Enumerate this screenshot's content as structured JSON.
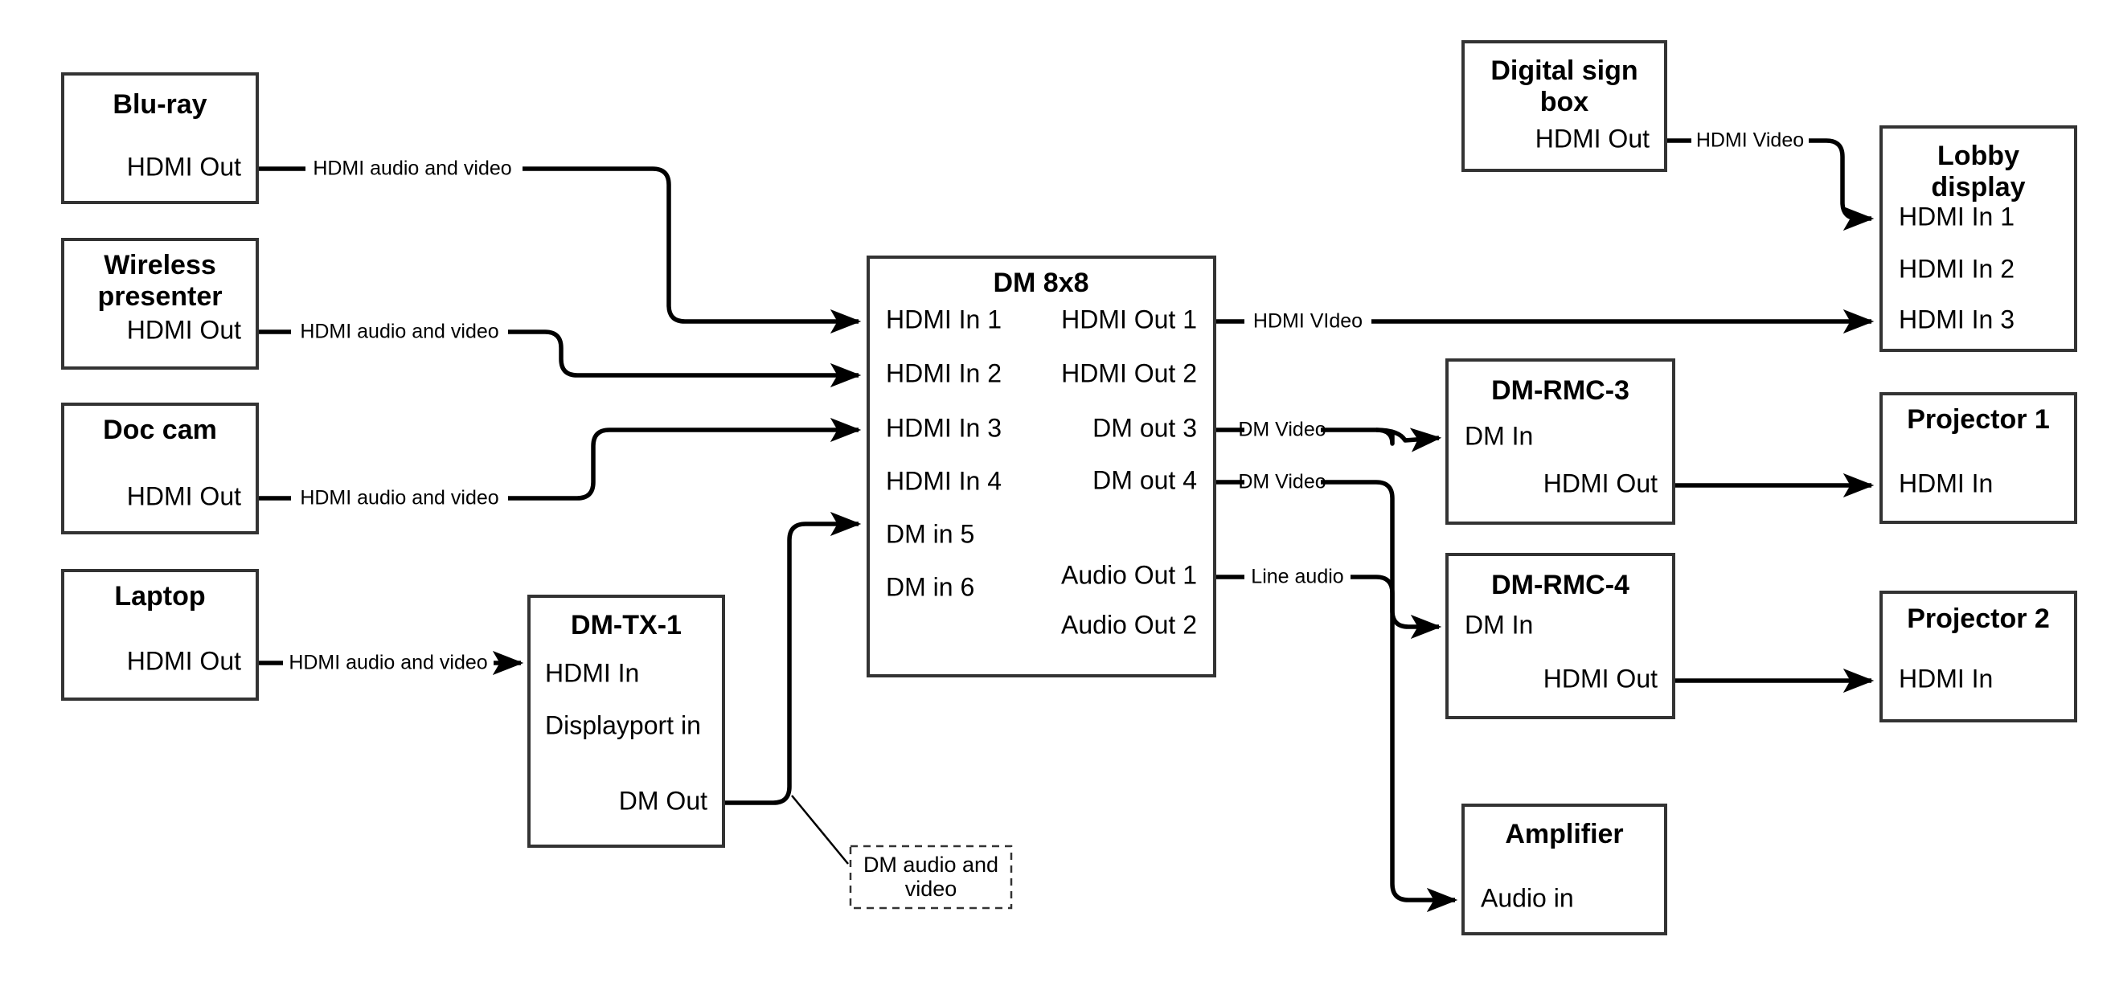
{
  "diagram": {
    "title": "AV signal flow diagram",
    "colors": {
      "background": "#ffffff",
      "node_border": "#333333",
      "edge": "#000000",
      "text": "#000000"
    },
    "nodes": [
      {
        "id": "blu-ray",
        "title": "Blu-ray",
        "ports_left": [],
        "ports_right": [
          "HDMI Out"
        ]
      },
      {
        "id": "wireless-presenter",
        "title": "Wireless presenter",
        "title_line1": "Wireless",
        "title_line2": "presenter",
        "ports_left": [],
        "ports_right": [
          "HDMI Out"
        ]
      },
      {
        "id": "doc-cam",
        "title": "Doc cam",
        "ports_left": [],
        "ports_right": [
          "HDMI Out"
        ]
      },
      {
        "id": "laptop",
        "title": "Laptop",
        "ports_left": [],
        "ports_right": [
          "HDMI Out"
        ]
      },
      {
        "id": "dm-tx-1",
        "title": "DM-TX-1",
        "ports_left": [
          "HDMI In",
          "Displayport in"
        ],
        "ports_right": [
          "DM Out"
        ]
      },
      {
        "id": "dm-8x8",
        "title": "DM 8x8",
        "ports_left": [
          "HDMI In 1",
          "HDMI In 2",
          "HDMI In 3",
          "HDMI In 4",
          "DM in 5",
          "DM in 6"
        ],
        "ports_right": [
          "HDMI Out 1",
          "HDMI Out 2",
          "DM out 3",
          "DM out 4",
          "Audio Out 1",
          "Audio Out 2"
        ]
      },
      {
        "id": "digital-sign-box",
        "title": "Digital sign box",
        "title_line1": "Digital sign",
        "title_line2": "box",
        "ports_left": [],
        "ports_right": [
          "HDMI Out"
        ]
      },
      {
        "id": "lobby-display",
        "title": "Lobby display",
        "title_line1": "Lobby",
        "title_line2": "display",
        "ports_left": [
          "HDMI In 1",
          "HDMI In 2",
          "HDMI In 3"
        ],
        "ports_right": []
      },
      {
        "id": "dm-rmc-3",
        "title": "DM-RMC-3",
        "ports_left": [
          "DM In"
        ],
        "ports_right": [
          "HDMI Out"
        ]
      },
      {
        "id": "dm-rmc-4",
        "title": "DM-RMC-4",
        "ports_left": [
          "DM In"
        ],
        "ports_right": [
          "HDMI Out"
        ]
      },
      {
        "id": "projector-1",
        "title": "Projector 1",
        "ports_left": [
          "HDMI In"
        ],
        "ports_right": []
      },
      {
        "id": "projector-2",
        "title": "Projector 2",
        "ports_left": [
          "HDMI In"
        ],
        "ports_right": []
      },
      {
        "id": "amplifier",
        "title": "Amplifier",
        "ports_left": [
          "Audio in"
        ],
        "ports_right": []
      }
    ],
    "edges": [
      {
        "id": "bluray-to-dm-in1",
        "from": "blu-ray.HDMI Out",
        "to": "dm-8x8.HDMI In 1",
        "label": "HDMI audio and video"
      },
      {
        "id": "wireless-to-dm-in2",
        "from": "wireless-presenter.HDMI Out",
        "to": "dm-8x8.HDMI In 2",
        "label": "HDMI audio and video"
      },
      {
        "id": "doccam-to-dm-in3",
        "from": "doc-cam.HDMI Out",
        "to": "dm-8x8.HDMI In 3",
        "label": "HDMI audio and video"
      },
      {
        "id": "laptop-to-dmtx1",
        "from": "laptop.HDMI Out",
        "to": "dm-tx-1.HDMI In",
        "label": "HDMI audio and video"
      },
      {
        "id": "dmtx1-to-dm-in5",
        "from": "dm-tx-1.DM Out",
        "to": "dm-8x8.DM in 5",
        "label": "DM audio and video"
      },
      {
        "id": "dm-out1-to-lobby-in3",
        "from": "dm-8x8.HDMI Out 1",
        "to": "lobby-display.HDMI In 3",
        "label": "HDMI VIdeo"
      },
      {
        "id": "dm-out3-to-rmc3",
        "from": "dm-8x8.DM out 3",
        "to": "dm-rmc-3.DM In",
        "label": "DM Video"
      },
      {
        "id": "dm-out4-to-rmc4",
        "from": "dm-8x8.DM out 4",
        "to": "dm-rmc-4.DM In",
        "label": "DM Video"
      },
      {
        "id": "dm-audio1-to-amp",
        "from": "dm-8x8.Audio Out 1",
        "to": "amplifier.Audio in",
        "label": "Line audio"
      },
      {
        "id": "signbox-to-lobby-in1",
        "from": "digital-sign-box.HDMI Out",
        "to": "lobby-display.HDMI In 1",
        "label": "HDMI Video"
      },
      {
        "id": "rmc3-to-projector1",
        "from": "dm-rmc-3.HDMI Out",
        "to": "projector-1.HDMI In",
        "label": ""
      },
      {
        "id": "rmc4-to-projector2",
        "from": "dm-rmc-4.HDMI Out",
        "to": "projector-2.HDMI In",
        "label": ""
      }
    ],
    "notes": [
      {
        "id": "dm-audio-video-note",
        "text_line1": "DM audio and",
        "text_line2": "video",
        "text": "DM audio and video"
      }
    ]
  }
}
